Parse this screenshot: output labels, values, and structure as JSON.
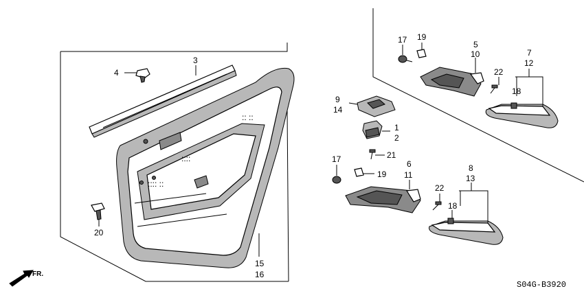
{
  "diagram_code": "S04G-B3920",
  "direction_label": "FR.",
  "callouts": [
    {
      "id": "c1",
      "text": "1"
    },
    {
      "id": "c2",
      "text": "2"
    },
    {
      "id": "c3",
      "text": "3"
    },
    {
      "id": "c4",
      "text": "4"
    },
    {
      "id": "c5",
      "text": "5"
    },
    {
      "id": "c6",
      "text": "6"
    },
    {
      "id": "c7",
      "text": "7"
    },
    {
      "id": "c8",
      "text": "8"
    },
    {
      "id": "c9",
      "text": "9"
    },
    {
      "id": "c10",
      "text": "10"
    },
    {
      "id": "c11",
      "text": "11"
    },
    {
      "id": "c12",
      "text": "12"
    },
    {
      "id": "c13",
      "text": "13"
    },
    {
      "id": "c14",
      "text": "14"
    },
    {
      "id": "c15",
      "text": "15"
    },
    {
      "id": "c16",
      "text": "16"
    },
    {
      "id": "c17a",
      "text": "17"
    },
    {
      "id": "c17b",
      "text": "17"
    },
    {
      "id": "c18a",
      "text": "18"
    },
    {
      "id": "c18b",
      "text": "18"
    },
    {
      "id": "c19a",
      "text": "19"
    },
    {
      "id": "c19b",
      "text": "19"
    },
    {
      "id": "c20",
      "text": "20"
    },
    {
      "id": "c21",
      "text": "21"
    },
    {
      "id": "c22a",
      "text": "22"
    },
    {
      "id": "c22b",
      "text": "22"
    }
  ]
}
